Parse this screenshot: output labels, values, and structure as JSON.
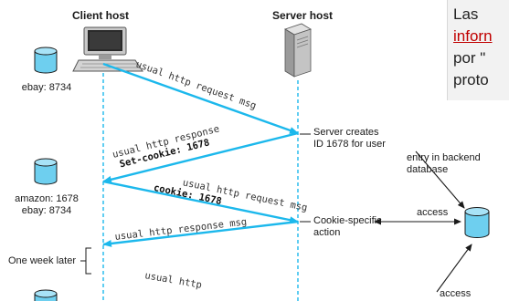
{
  "hosts": {
    "client": "Client host",
    "server": "Server host"
  },
  "client_databases": [
    {
      "lines": [
        "ebay: 8734"
      ]
    },
    {
      "lines": [
        "amazon: 1678",
        "ebay: 8734"
      ]
    }
  ],
  "messages": [
    {
      "lines": [
        "usual http request msg"
      ],
      "direction": "client-to-server"
    },
    {
      "lines": [
        "usual http response",
        "Set-cookie: 1678"
      ],
      "direction": "server-to-client"
    },
    {
      "lines": [
        "usual http request msg",
        "cookie: 1678"
      ],
      "direction": "client-to-server"
    },
    {
      "lines": [
        "usual http response msg"
      ],
      "direction": "server-to-client"
    },
    {
      "lines": [
        "usual http"
      ],
      "direction": "client-to-server"
    }
  ],
  "server_notes": {
    "creates": [
      "Server creates",
      "ID 1678 for user"
    ],
    "cookie_action": [
      "Cookie-specific",
      "action"
    ]
  },
  "backend": {
    "entry_label": [
      "entry in backend",
      "database"
    ],
    "access_1": "access",
    "access_2": "access"
  },
  "timeline": {
    "one_week_later": "One week later"
  },
  "side_panel": {
    "line1": "Las",
    "line2_link": "inforn",
    "line3": "por \"",
    "line4": "proto"
  },
  "colors": {
    "message_arrow": "#1cb8ec",
    "timeline": "#1cb8ec",
    "database_fill": "#6ecfef",
    "database_stroke": "#1a1a1a",
    "link": "#c00000"
  }
}
